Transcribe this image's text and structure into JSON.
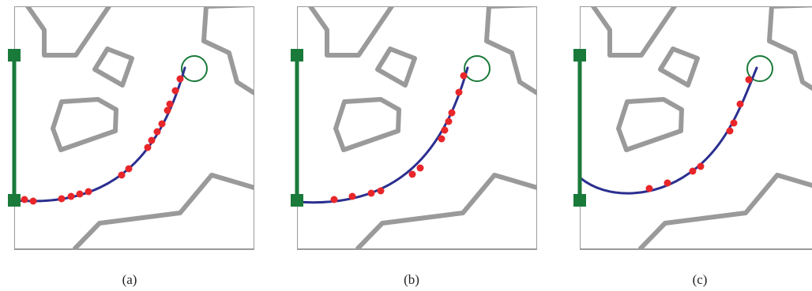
{
  "figure": {
    "panels": [
      {
        "caption": "(a)"
      },
      {
        "caption": "(b)"
      },
      {
        "caption": "(c)"
      }
    ],
    "colors": {
      "obstacle": "#9a9a9a",
      "frame": "#9a9a9a",
      "start_bar": "#1a7a3a",
      "goal_circle": "#1a7a3a",
      "path": "#2b2f8f",
      "waypoints": "#e8262a"
    }
  }
}
